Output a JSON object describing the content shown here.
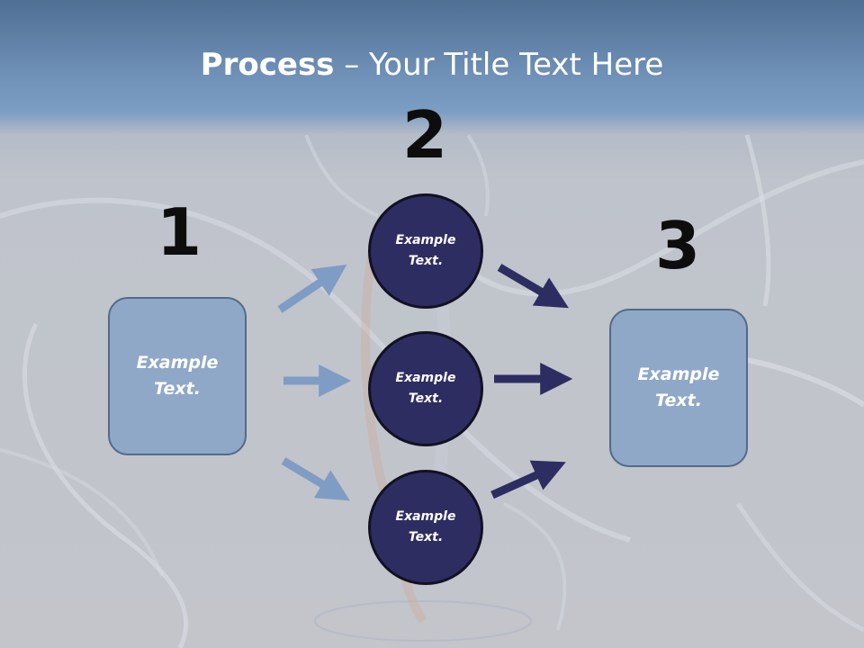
{
  "title": {
    "bold": "Process",
    "rest": " – Your Title Text Here"
  },
  "steps": {
    "one": "1",
    "two": "2",
    "three": "3"
  },
  "left_box": {
    "line1": "Example",
    "line2": "Text."
  },
  "right_box": {
    "line1": "Example",
    "line2": "Text."
  },
  "circles": [
    {
      "line1": "Example",
      "line2": "Text."
    },
    {
      "line1": "Example",
      "line2": "Text."
    },
    {
      "line1": "Example",
      "line2": "Text."
    }
  ],
  "colors": {
    "box_fill": "#8fa8c8",
    "circle_fill": "#2e2d62",
    "light_arrow": "#7f9cc4",
    "dark_arrow": "#2e2d62"
  }
}
